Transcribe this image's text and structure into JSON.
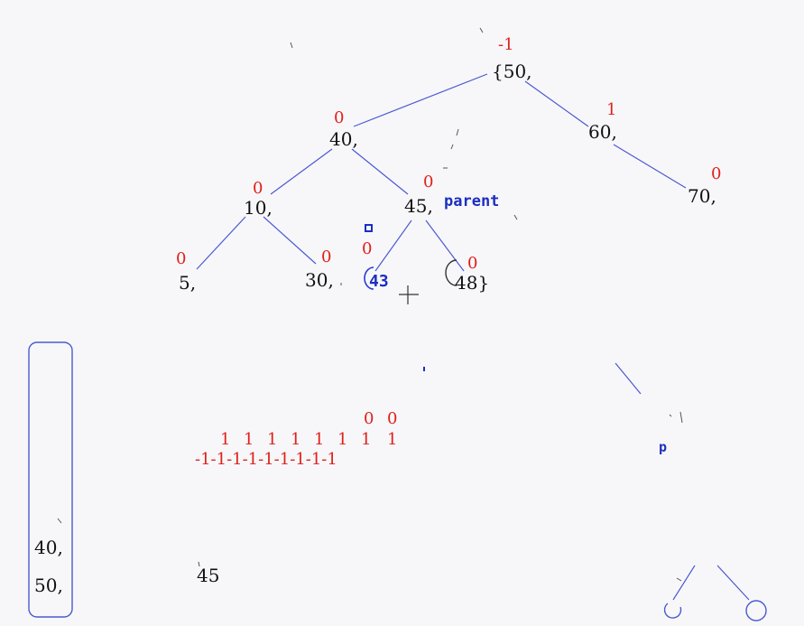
{
  "tree": {
    "nodes": [
      {
        "id": "n50",
        "label": "{50,",
        "balance": "-1"
      },
      {
        "id": "n40",
        "label": "40,",
        "balance": "0"
      },
      {
        "id": "n60",
        "label": "60,",
        "balance": "1"
      },
      {
        "id": "n70",
        "label": "70,",
        "balance": "0"
      },
      {
        "id": "n10",
        "label": "10,",
        "balance": "0"
      },
      {
        "id": "n45",
        "label": "45,",
        "balance": "0"
      },
      {
        "id": "n5",
        "label": "5,",
        "balance": "0"
      },
      {
        "id": "n30",
        "label": "30,",
        "balance": "0"
      },
      {
        "id": "n43",
        "label": "43",
        "balance": "0"
      },
      {
        "id": "n48",
        "label": "48}",
        "balance": "0"
      }
    ]
  },
  "pointer_labels": {
    "parent": "parent",
    "p": "p"
  },
  "balance_stack": {
    "row1": [
      "0",
      "0"
    ],
    "row2": [
      "1",
      "1",
      "1",
      "1",
      "1",
      "1",
      "1",
      "1"
    ],
    "row3": "-1-1-1-1-1-1-1-1-1"
  },
  "path_stack": {
    "items": [
      "40,",
      "50,"
    ]
  },
  "stray_label": "45",
  "colors": {
    "node_text": "#111111",
    "balance": "#e0201a",
    "edge": "#4a5ad0",
    "pointer": "#1c2fc0",
    "background": "#f7f7fa"
  }
}
